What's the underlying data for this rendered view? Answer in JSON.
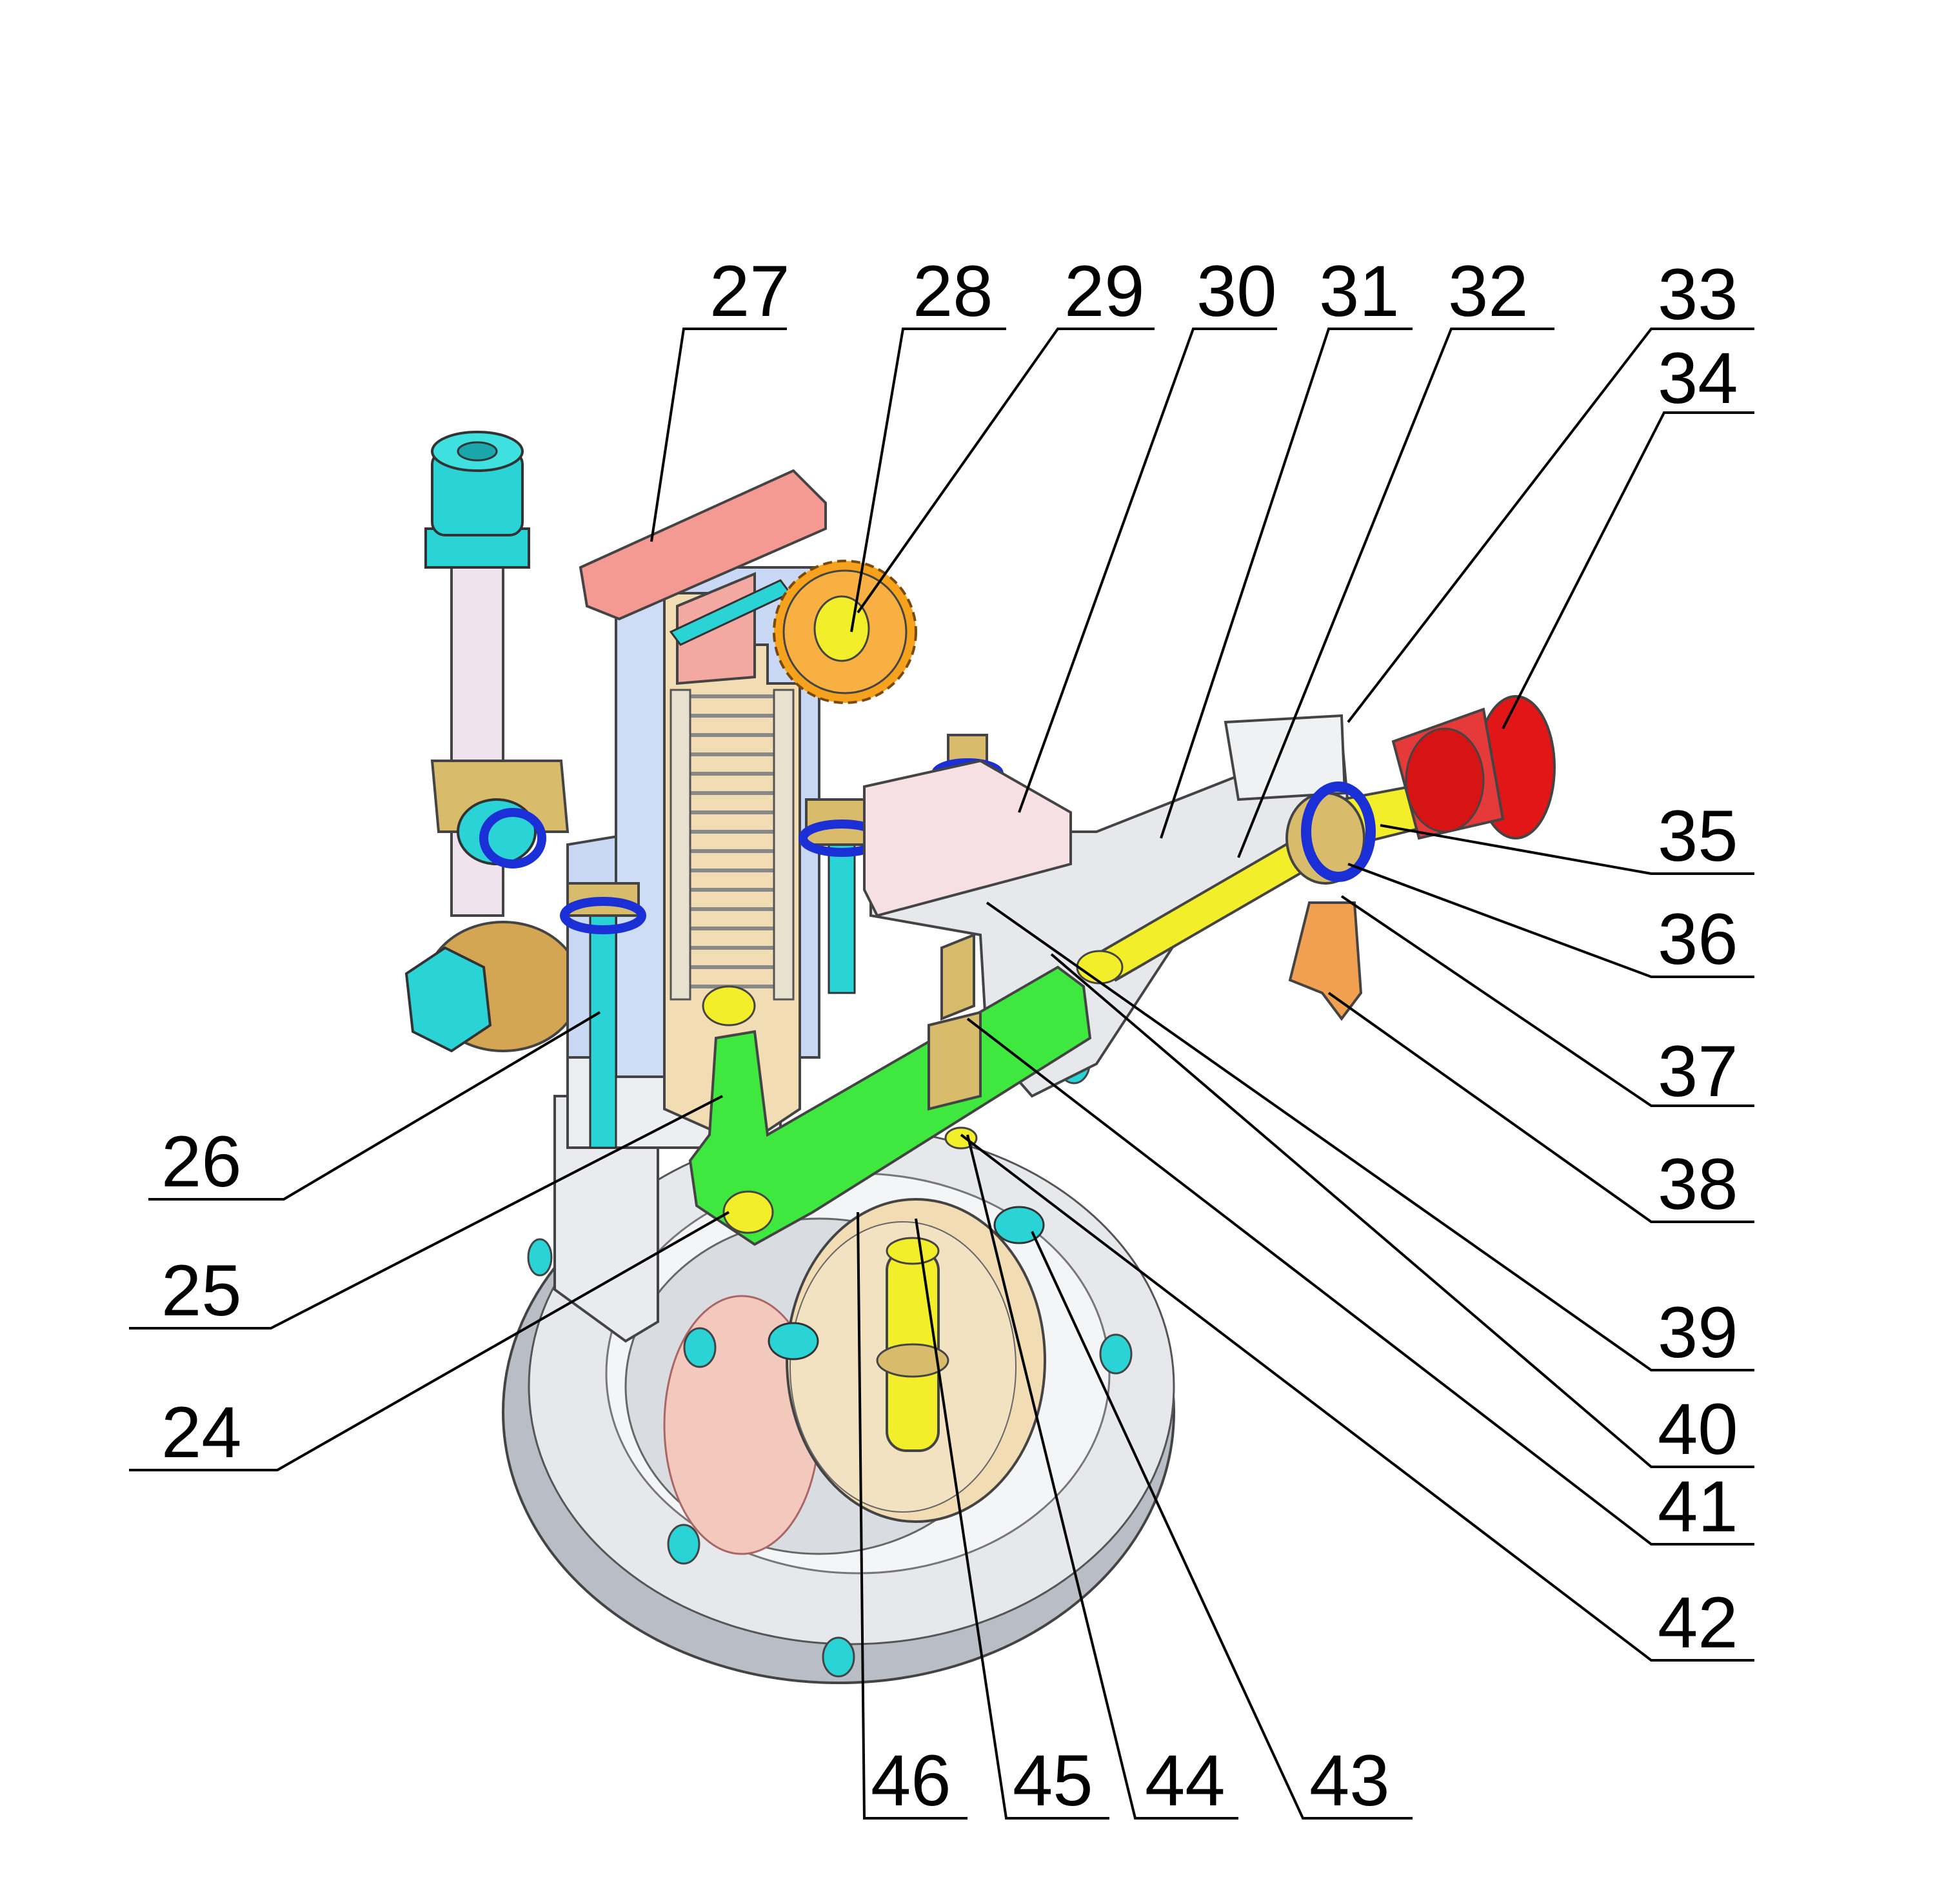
{
  "callouts": {
    "n24": "24",
    "n25": "25",
    "n26": "26",
    "n27": "27",
    "n28": "28",
    "n29": "29",
    "n30": "30",
    "n31": "31",
    "n32": "32",
    "n33": "33",
    "n34": "34",
    "n35": "35",
    "n36": "36",
    "n37": "37",
    "n38": "38",
    "n39": "39",
    "n40": "40",
    "n41": "41",
    "n42": "42",
    "n43": "43",
    "n44": "44",
    "n45": "45",
    "n46": "46"
  },
  "colors": {
    "housing": "#e4e6ea",
    "housing_shade": "#b8bcc4",
    "cap_pink": "#f49a92",
    "gear_orange": "#f7a21c",
    "lever_green": "#3ee83e",
    "bolt_cyan": "#22d6d6",
    "seal_blue": "#1b2fd6",
    "brass": "#d7b56b",
    "cream": "#f1dcb4",
    "yellow": "#f2ee2a",
    "knob_red": "#e21616",
    "light_blue": "#c9d8f5",
    "copper": "#f0a050"
  }
}
